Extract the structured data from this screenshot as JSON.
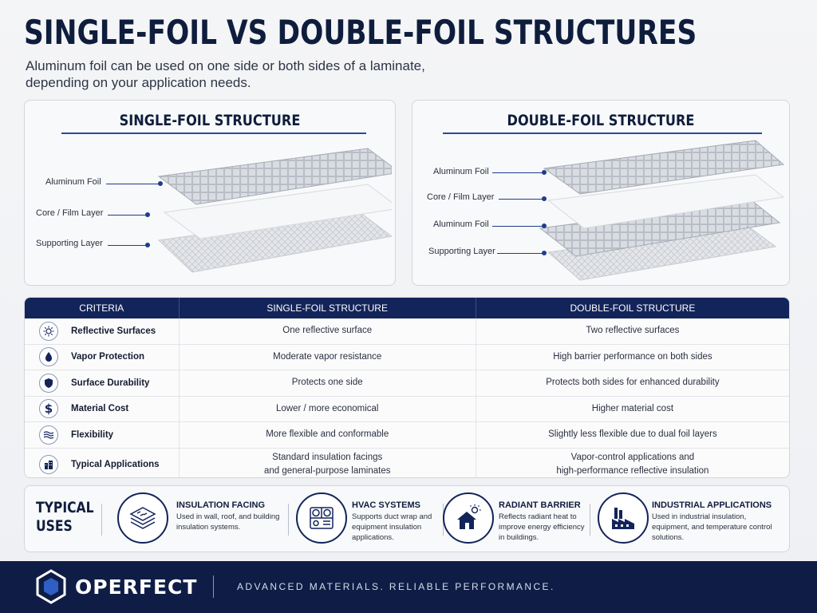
{
  "header": {
    "title": "SINGLE-FOIL VS DOUBLE-FOIL STRUCTURES",
    "subtitle": "Aluminum foil can be used on one side or both sides of a laminate, depending on your application needs."
  },
  "single_panel": {
    "title": "SINGLE-FOIL STRUCTURE",
    "labels": [
      "Aluminum Foil",
      "Core / Film Layer",
      "Supporting Layer"
    ]
  },
  "double_panel": {
    "title": "DOUBLE-FOIL STRUCTURE",
    "labels": [
      "Aluminum Foil",
      "Core / Film Layer",
      "Aluminum Foil",
      "Supporting Layer"
    ]
  },
  "table": {
    "headers": [
      "CRITERIA",
      "SINGLE-FOIL STRUCTURE",
      "DOUBLE-FOIL STRUCTURE"
    ],
    "rows": [
      {
        "icon": "sun-icon",
        "criteria": "Reflective Surfaces",
        "single": "One reflective surface",
        "double": "Two reflective surfaces"
      },
      {
        "icon": "droplet-icon",
        "criteria": "Vapor Protection",
        "single": "Moderate vapor resistance",
        "double": "High barrier performance on both sides"
      },
      {
        "icon": "shield-icon",
        "criteria": "Surface Durability",
        "single": "Protects one side",
        "double": "Protects both sides for enhanced durability"
      },
      {
        "icon": "dollar-icon",
        "criteria": "Material Cost",
        "single": "Lower / more economical",
        "double": "Higher material cost"
      },
      {
        "icon": "wave-icon",
        "criteria": "Flexibility",
        "single": "More flexible and conformable",
        "double": "Slightly less flexible due to dual foil layers"
      },
      {
        "icon": "building-icon",
        "criteria": "Typical Applications",
        "single": "Standard insulation facings\nand general-purpose laminates",
        "double": "Vapor-control applications and\nhigh-performance reflective insulation"
      }
    ]
  },
  "uses": {
    "title": "TYPICAL USES",
    "items": [
      {
        "icon": "insulation-icon",
        "title": "INSULATION FACING",
        "desc": "Used in wall, roof, and building insulation systems."
      },
      {
        "icon": "hvac-icon",
        "title": "HVAC SYSTEMS",
        "desc": "Supports duct wrap and equipment insulation applications."
      },
      {
        "icon": "house-sun-icon",
        "title": "RADIANT BARRIER",
        "desc": "Reflects radiant heat to improve energy efficiency in buildings."
      },
      {
        "icon": "factory-icon",
        "title": "INDUSTRIAL APPLICATIONS",
        "desc": "Used in industrial insulation, equipment, and temperature control solutions."
      }
    ]
  },
  "footer": {
    "brand": "OPERFECT",
    "tagline": "ADVANCED MATERIALS. RELIABLE PERFORMANCE."
  },
  "colors": {
    "navy": "#13245a",
    "accent": "#1f3d8c",
    "background": "#f4f5f7"
  }
}
